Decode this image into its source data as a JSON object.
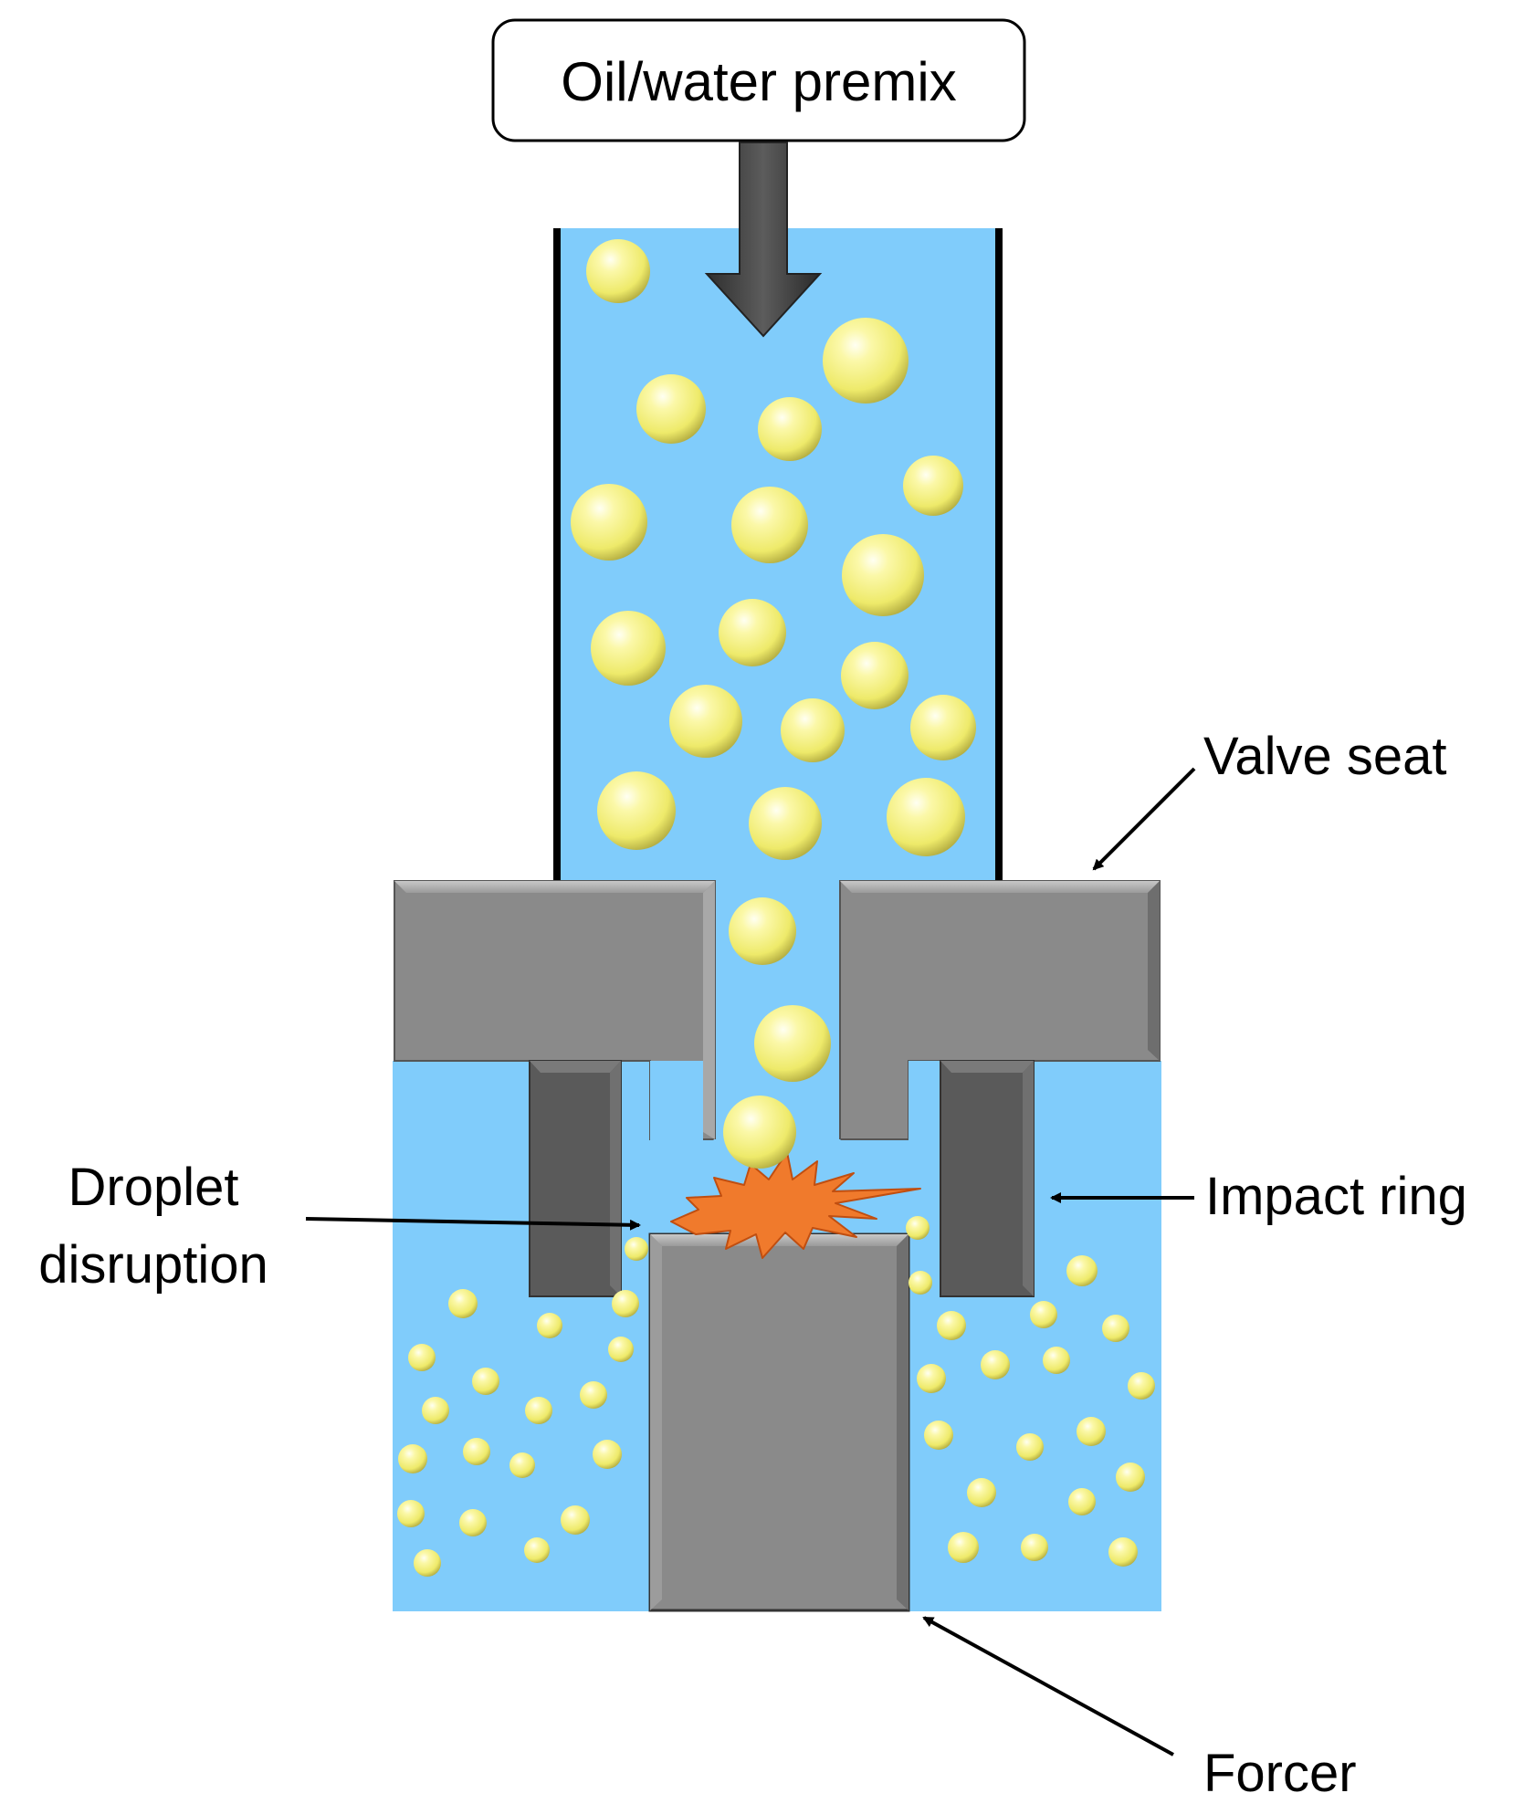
{
  "labels": {
    "inlet": "Oil/water premix",
    "valve_seat": "Valve seat",
    "impact_ring": "Impact ring",
    "droplet_line1": "Droplet",
    "droplet_line2": "disruption",
    "forcer": "Forcer"
  },
  "colors": {
    "water": "#80CCFB",
    "metal": "#8A8A8A",
    "metal_dark": "#5A5A5A",
    "droplet": "#F2EE6E",
    "burst": "#F07A2C",
    "arrow": "#3A3A3A",
    "outline": "#000000"
  },
  "icons": {
    "inlet_arrow": "down-arrow-icon",
    "burst": "burst-star-icon"
  }
}
